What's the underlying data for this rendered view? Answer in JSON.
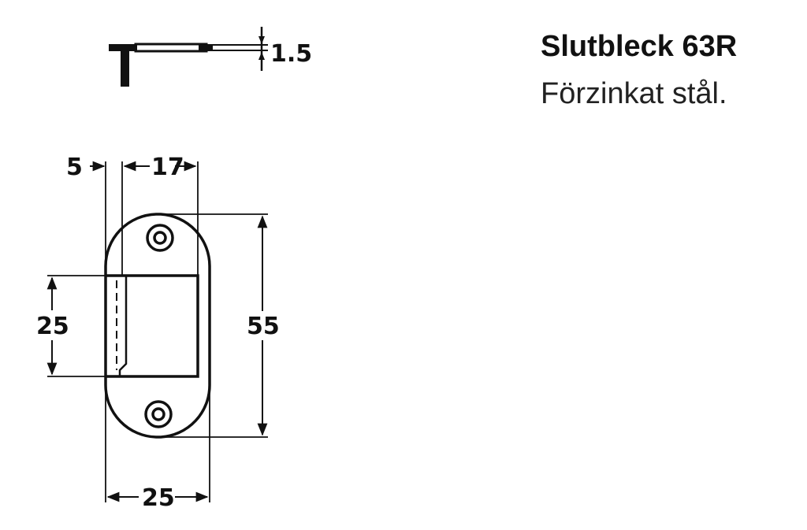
{
  "product": {
    "title": "Slutbleck 63R",
    "material": "Förzinkat stål."
  },
  "drawing": {
    "thickness_label": "1.5",
    "dim_left_offset": "5",
    "dim_opening_width": "17",
    "dim_opening_height": "25",
    "dim_total_height": "55",
    "dim_total_width": "25"
  }
}
